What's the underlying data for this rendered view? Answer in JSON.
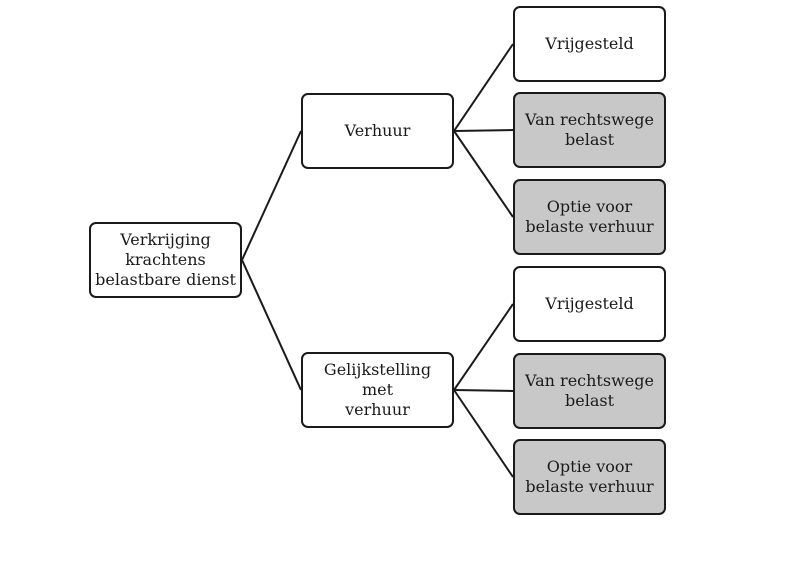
{
  "diagram": {
    "root": {
      "label": "Verkrijging\nkrachtens\nbelastbare dienst"
    },
    "branches": [
      {
        "label": "Verhuur",
        "children": [
          {
            "label": "Vrijgesteld",
            "shaded": false
          },
          {
            "label": "Van rechtswege\nbelast",
            "shaded": true
          },
          {
            "label": "Optie voor\nbelaste verhuur",
            "shaded": true
          }
        ]
      },
      {
        "label": "Gelijkstelling met\nverhuur",
        "children": [
          {
            "label": "Vrijgesteld",
            "shaded": false
          },
          {
            "label": "Van rechtswege\nbelast",
            "shaded": true
          },
          {
            "label": "Optie voor\nbelaste verhuur",
            "shaded": true
          }
        ]
      }
    ],
    "colors": {
      "border": "#1a1a1a",
      "shaded_fill": "#c8c8c8",
      "fill": "#ffffff"
    }
  }
}
